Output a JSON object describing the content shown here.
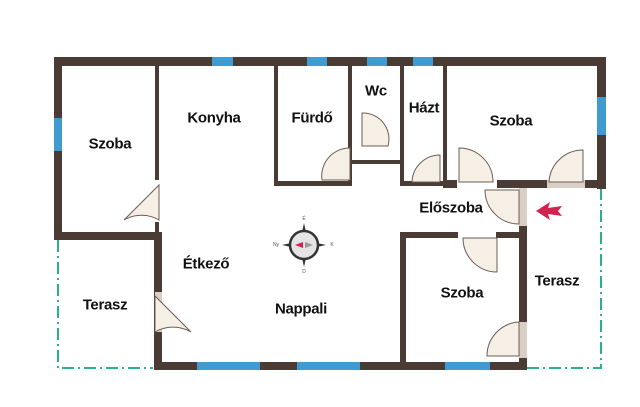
{
  "rooms": {
    "szoba_left": "Szoba",
    "konyha": "Konyha",
    "furdo": "Fürdő",
    "wc": "Wc",
    "hazt": "Házt",
    "szoba_top_right": "Szoba",
    "eloszoba": "Előszoba",
    "etkezo": "Étkező",
    "nappali": "Nappali",
    "szoba_bottom_right": "Szoba",
    "terasz_left": "Terasz",
    "terasz_right": "Terasz"
  },
  "compass": {
    "n": "É",
    "e": "K",
    "s": "D",
    "w": "Ny"
  },
  "colors": {
    "wall": "#4a3b34",
    "window": "#3f9bd0",
    "door": "#f6efe6",
    "terrace_line": "#2bb08f",
    "entrance_arrow": "#d0234f"
  }
}
